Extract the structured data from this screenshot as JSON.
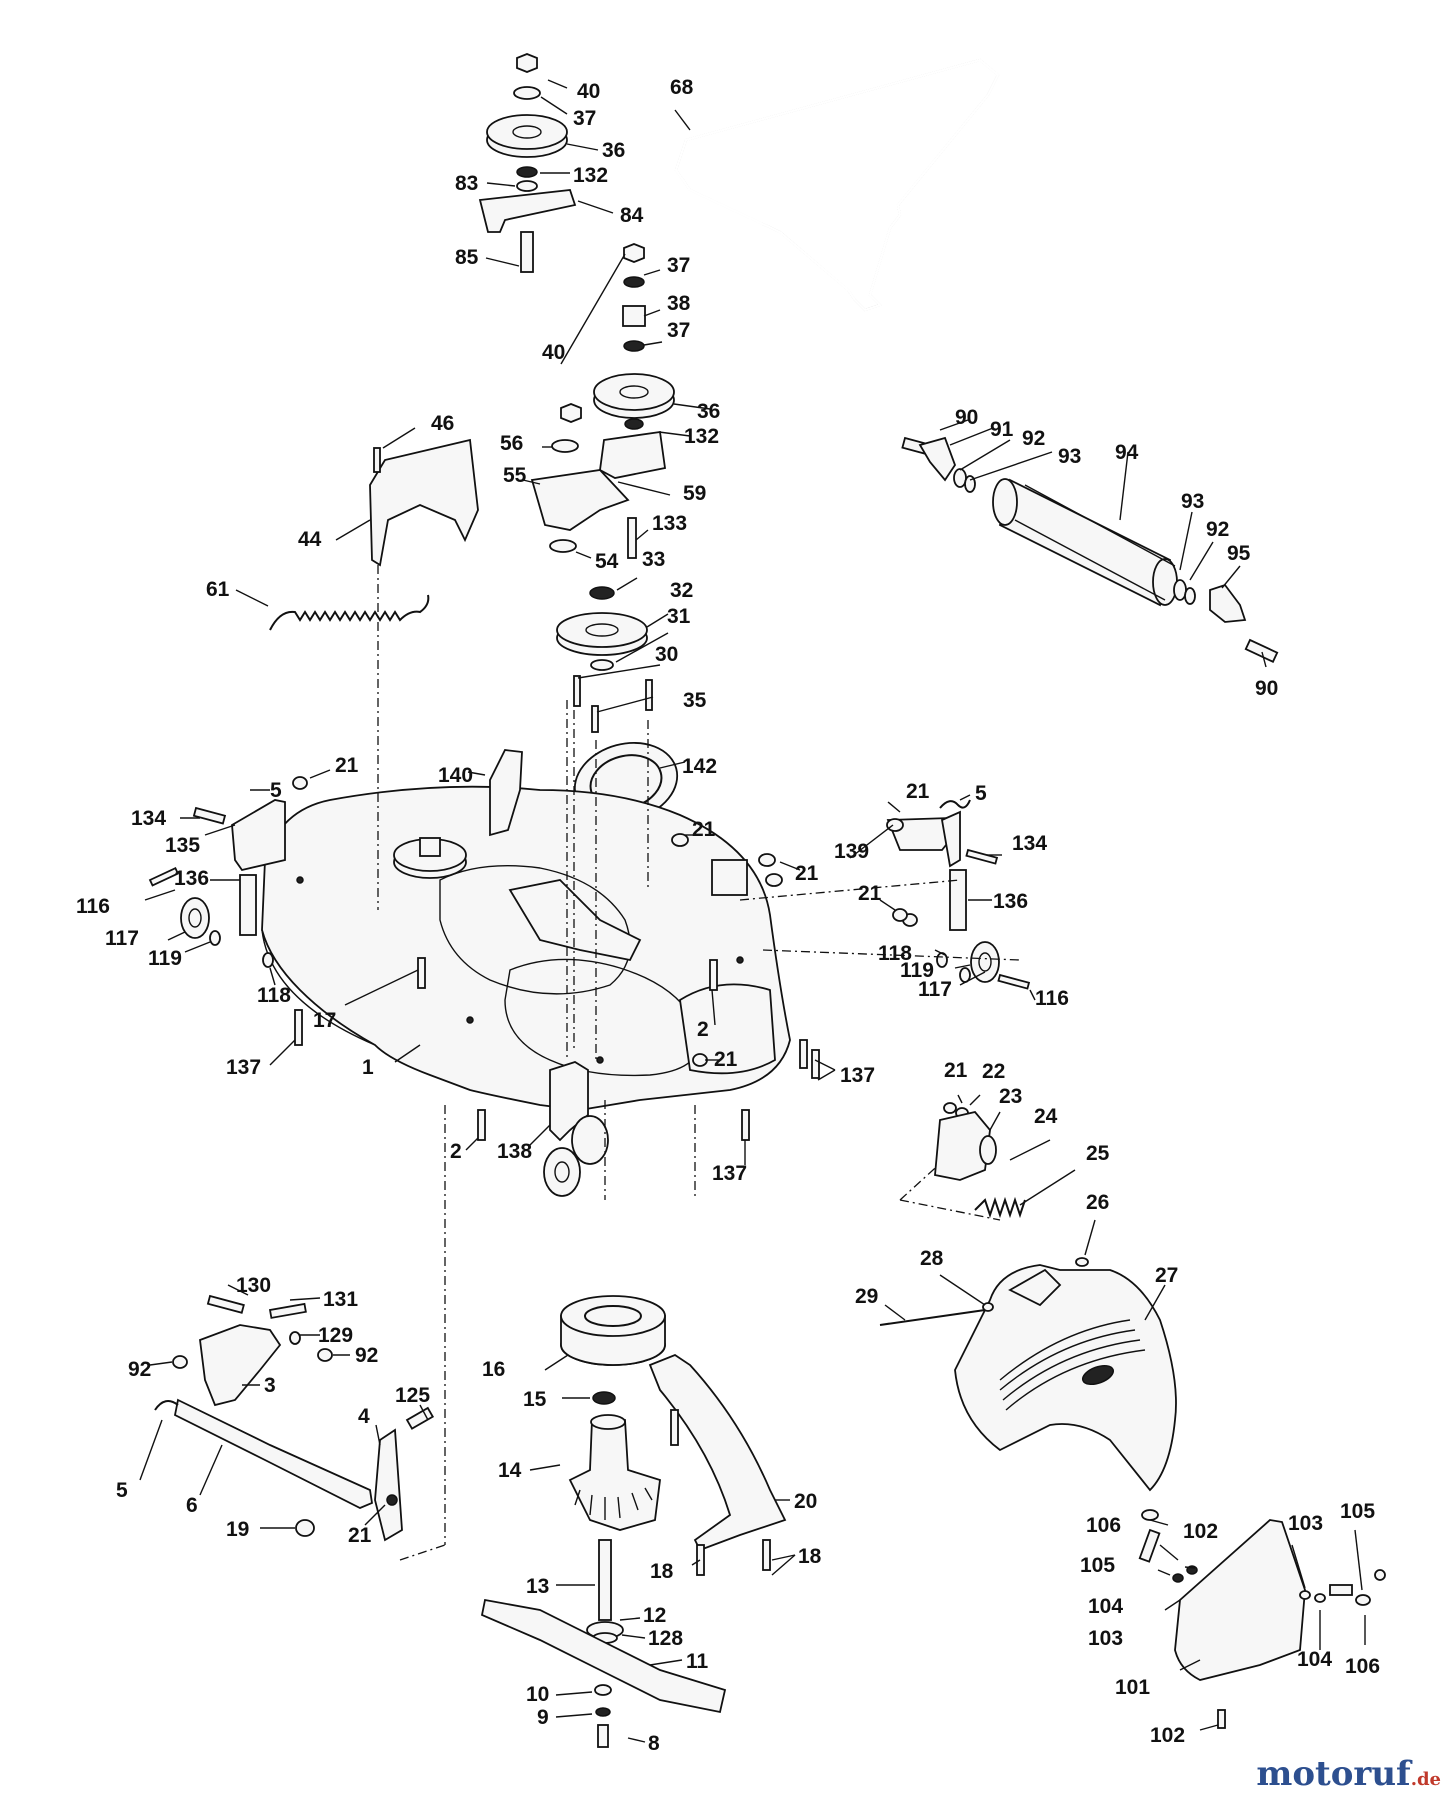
{
  "diagram": {
    "watermark": {
      "main": "motoruf",
      "tld": ".de"
    },
    "labels": [
      {
        "id": "l40a",
        "text": "40"
      },
      {
        "id": "l37a",
        "text": "37"
      },
      {
        "id": "l36a",
        "text": "36"
      },
      {
        "id": "l132a",
        "text": "132"
      },
      {
        "id": "l83",
        "text": "83"
      },
      {
        "id": "l84",
        "text": "84"
      },
      {
        "id": "l85",
        "text": "85"
      },
      {
        "id": "l68",
        "text": "68"
      },
      {
        "id": "l37b",
        "text": "37"
      },
      {
        "id": "l38",
        "text": "38"
      },
      {
        "id": "l37c",
        "text": "37"
      },
      {
        "id": "l40b",
        "text": "40"
      },
      {
        "id": "l36b",
        "text": "36"
      },
      {
        "id": "l132b",
        "text": "132"
      },
      {
        "id": "l46",
        "text": "46"
      },
      {
        "id": "l56",
        "text": "56"
      },
      {
        "id": "l55",
        "text": "55"
      },
      {
        "id": "l59",
        "text": "59"
      },
      {
        "id": "l44",
        "text": "44"
      },
      {
        "id": "l133",
        "text": "133"
      },
      {
        "id": "l54",
        "text": "54"
      },
      {
        "id": "l33",
        "text": "33"
      },
      {
        "id": "l32",
        "text": "32"
      },
      {
        "id": "l31",
        "text": "31"
      },
      {
        "id": "l61",
        "text": "61"
      },
      {
        "id": "l30",
        "text": "30"
      },
      {
        "id": "l35",
        "text": "35"
      },
      {
        "id": "l90a",
        "text": "90"
      },
      {
        "id": "l91",
        "text": "91"
      },
      {
        "id": "l92a",
        "text": "92"
      },
      {
        "id": "l93a",
        "text": "93"
      },
      {
        "id": "l94",
        "text": "94"
      },
      {
        "id": "l93b",
        "text": "93"
      },
      {
        "id": "l92b",
        "text": "92"
      },
      {
        "id": "l95",
        "text": "95"
      },
      {
        "id": "l90b",
        "text": "90"
      },
      {
        "id": "l140",
        "text": "140"
      },
      {
        "id": "l142",
        "text": "142"
      },
      {
        "id": "l21a",
        "text": "21"
      },
      {
        "id": "l5a",
        "text": "5"
      },
      {
        "id": "l134a",
        "text": "134"
      },
      {
        "id": "l135",
        "text": "135"
      },
      {
        "id": "l136a",
        "text": "136"
      },
      {
        "id": "l116a",
        "text": "116"
      },
      {
        "id": "l117a",
        "text": "117"
      },
      {
        "id": "l119a",
        "text": "119"
      },
      {
        "id": "l118a",
        "text": "118"
      },
      {
        "id": "l21b",
        "text": "21"
      },
      {
        "id": "l21c",
        "text": "21"
      },
      {
        "id": "l21d",
        "text": "21"
      },
      {
        "id": "l5b",
        "text": "5"
      },
      {
        "id": "l139",
        "text": "139"
      },
      {
        "id": "l134b",
        "text": "134"
      },
      {
        "id": "l21e",
        "text": "21"
      },
      {
        "id": "l136b",
        "text": "136"
      },
      {
        "id": "l118b",
        "text": "118"
      },
      {
        "id": "l119b",
        "text": "119"
      },
      {
        "id": "l117b",
        "text": "117"
      },
      {
        "id": "l116b",
        "text": "116"
      },
      {
        "id": "l17",
        "text": "17"
      },
      {
        "id": "l137a",
        "text": "137"
      },
      {
        "id": "l1",
        "text": "1"
      },
      {
        "id": "l2a",
        "text": "2"
      },
      {
        "id": "l21f",
        "text": "21"
      },
      {
        "id": "l137b",
        "text": "137"
      },
      {
        "id": "l2b",
        "text": "2"
      },
      {
        "id": "l138",
        "text": "138"
      },
      {
        "id": "l137c",
        "text": "137"
      },
      {
        "id": "l21g",
        "text": "21"
      },
      {
        "id": "l22",
        "text": "22"
      },
      {
        "id": "l23",
        "text": "23"
      },
      {
        "id": "l24",
        "text": "24"
      },
      {
        "id": "l25",
        "text": "25"
      },
      {
        "id": "l26",
        "text": "26"
      },
      {
        "id": "l28",
        "text": "28"
      },
      {
        "id": "l27",
        "text": "27"
      },
      {
        "id": "l29",
        "text": "29"
      },
      {
        "id": "l130",
        "text": "130"
      },
      {
        "id": "l131",
        "text": "131"
      },
      {
        "id": "l129",
        "text": "129"
      },
      {
        "id": "l92c",
        "text": "92"
      },
      {
        "id": "l92d",
        "text": "92"
      },
      {
        "id": "l3",
        "text": "3"
      },
      {
        "id": "l4",
        "text": "4"
      },
      {
        "id": "l125",
        "text": "125"
      },
      {
        "id": "l5c",
        "text": "5"
      },
      {
        "id": "l6",
        "text": "6"
      },
      {
        "id": "l19",
        "text": "19"
      },
      {
        "id": "l21h",
        "text": "21"
      },
      {
        "id": "l16",
        "text": "16"
      },
      {
        "id": "l15",
        "text": "15"
      },
      {
        "id": "l14",
        "text": "14"
      },
      {
        "id": "l20",
        "text": "20"
      },
      {
        "id": "l18a",
        "text": "18"
      },
      {
        "id": "l18b",
        "text": "18"
      },
      {
        "id": "l13",
        "text": "13"
      },
      {
        "id": "l12",
        "text": "12"
      },
      {
        "id": "l128",
        "text": "128"
      },
      {
        "id": "l11",
        "text": "11"
      },
      {
        "id": "l10",
        "text": "10"
      },
      {
        "id": "l9",
        "text": "9"
      },
      {
        "id": "l8",
        "text": "8"
      },
      {
        "id": "l106a",
        "text": "106"
      },
      {
        "id": "l102a",
        "text": "102"
      },
      {
        "id": "l105a",
        "text": "105"
      },
      {
        "id": "l103a",
        "text": "103"
      },
      {
        "id": "l105b",
        "text": "105"
      },
      {
        "id": "l104a",
        "text": "104"
      },
      {
        "id": "l103b",
        "text": "103"
      },
      {
        "id": "l104b",
        "text": "104"
      },
      {
        "id": "l106b",
        "text": "106"
      },
      {
        "id": "l101",
        "text": "101"
      },
      {
        "id": "l102b",
        "text": "102"
      }
    ]
  }
}
